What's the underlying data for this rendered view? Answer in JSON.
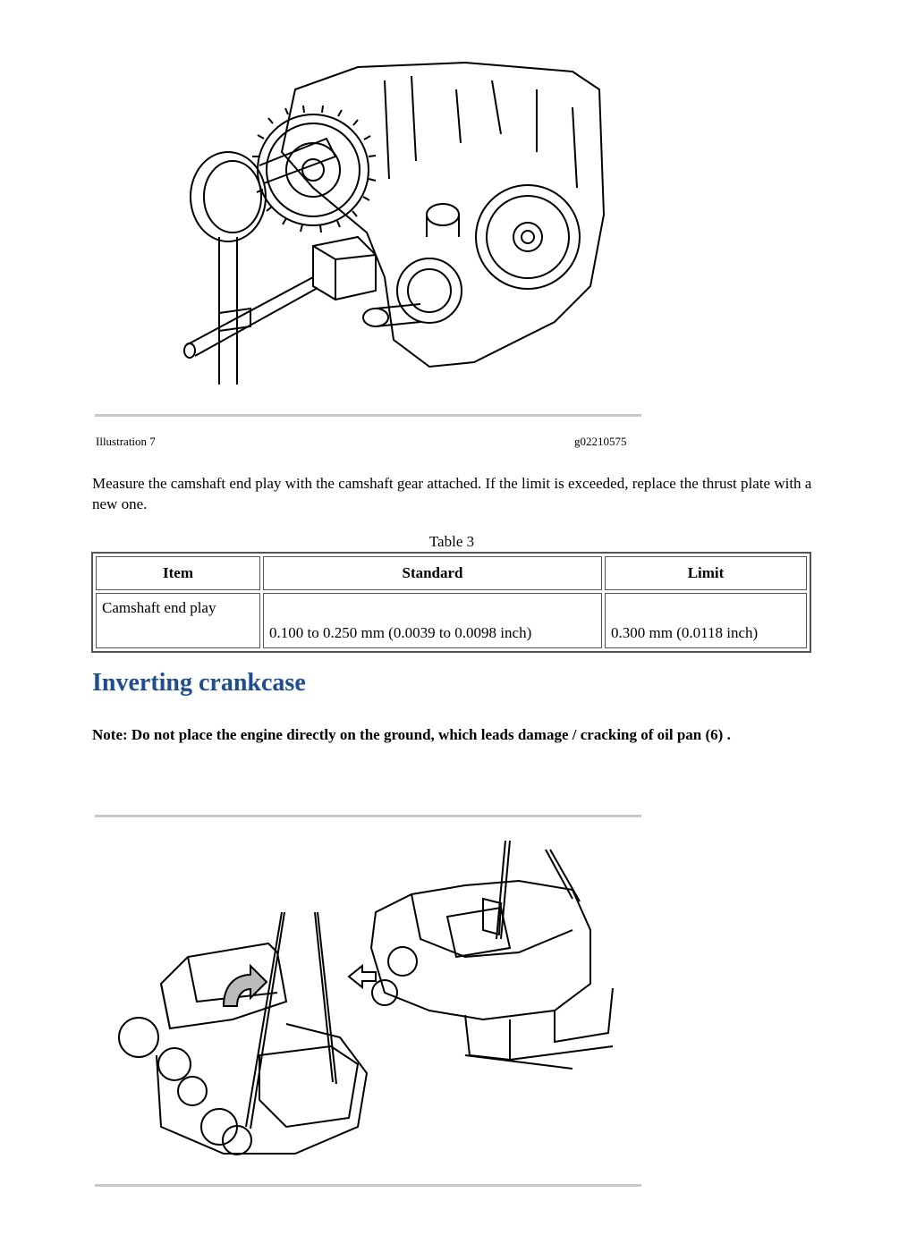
{
  "illustration7": {
    "label": "Illustration 7",
    "code": "g02210575"
  },
  "paragraph": "Measure the camshaft end play with the camshaft gear attached. If the limit is exceeded, replace the thrust plate with a new one.",
  "table": {
    "caption": "Table 3",
    "headers": [
      "Item",
      "Standard",
      "Limit"
    ],
    "rows": [
      [
        "Camshaft end play",
        "0.100 to 0.250 mm (0.0039 to 0.0098 inch)",
        "0.300 mm (0.0118 inch)"
      ]
    ]
  },
  "section_heading": "Inverting crankcase",
  "note": "Note: Do not place the engine directly on the ground, which leads damage / cracking of oil pan (6) .",
  "colors": {
    "heading": "#1f4e8c",
    "rule": "#c8c8c8"
  }
}
